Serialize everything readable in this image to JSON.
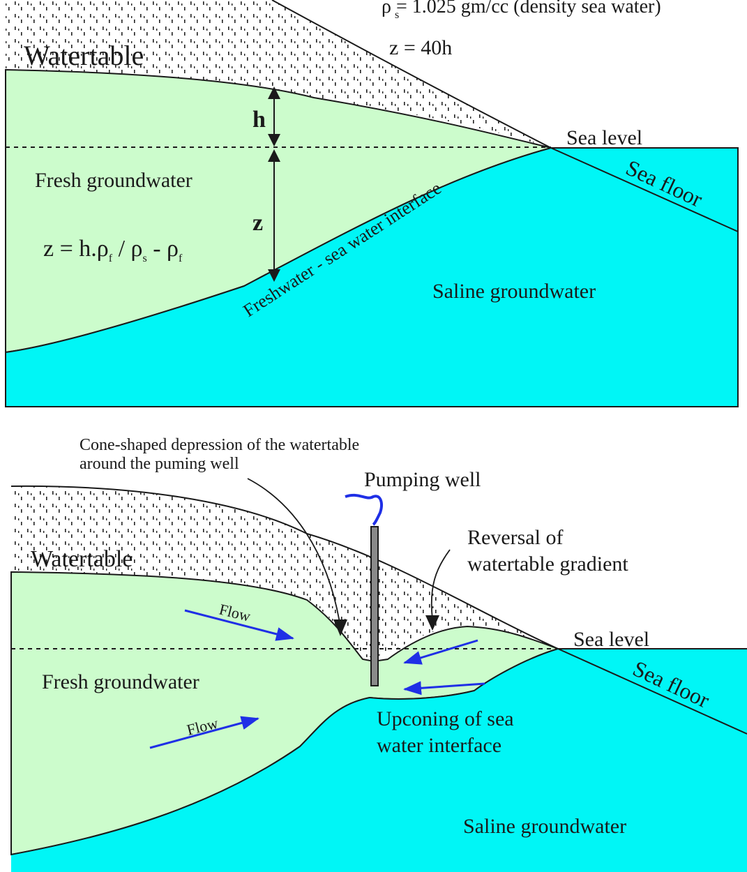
{
  "colors": {
    "fresh": "#ccfccc",
    "saline": "#00f6f6",
    "flow_arrow": "#1f2fe6",
    "well": "#8a8a8a",
    "line": "#1a1a1a"
  },
  "top": {
    "density_sea": "ρ  = 1.025 gm/cc (density sea water)",
    "density_sub": "s",
    "z_relation": "z = 40h",
    "watertable": "Watertable",
    "h_label": "h",
    "z_label": "z",
    "sea_level": "Sea level",
    "sea_floor": "Sea floor",
    "fresh": "Fresh groundwater",
    "formula": {
      "a": "z = h.ρ",
      "a_sub": "f",
      "b": " / ρ",
      "b_sub": "s",
      "c": " - ρ",
      "c_sub": "f"
    },
    "interface": "Freshwater - sea water interface",
    "saline": "Saline groundwater"
  },
  "bottom": {
    "cone_line1": "Cone-shaped depression of the watertable",
    "cone_line2": "around the puming well",
    "pumping_well": "Pumping well",
    "reversal_line1": "Reversal of",
    "reversal_line2": "watertable gradient",
    "watertable": "Watertable",
    "flow1": "Flow",
    "flow2": "Flow",
    "sea_level": "Sea level",
    "sea_floor": "Sea floor",
    "fresh": "Fresh groundwater",
    "upconing_line1": "Upconing of sea",
    "upconing_line2": "water interface",
    "saline": "Saline groundwater"
  }
}
